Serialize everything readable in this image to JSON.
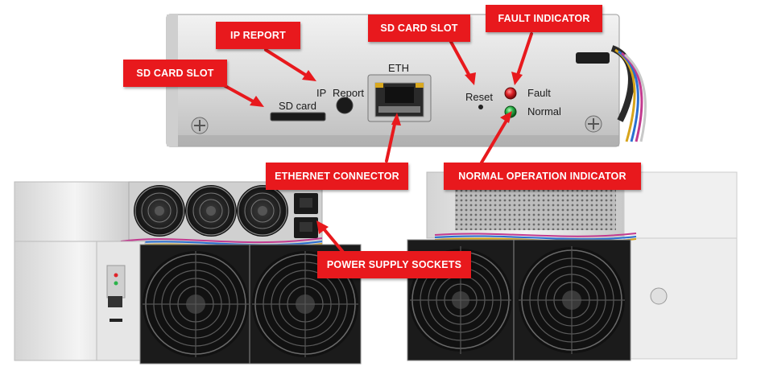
{
  "panel": {
    "sd_card_label": "SD card",
    "ip_label": "IP",
    "report_label": "Report",
    "eth_label": "ETH",
    "reset_label": "Reset",
    "fault_label": "Fault",
    "normal_label": "Normal"
  },
  "callouts": {
    "sd_card_slot_left": "SD CARD SLOT",
    "ip_report": "IP REPORT",
    "sd_card_slot_top": "SD CARD SLOT",
    "fault_indicator": "FAULT INDICATOR",
    "ethernet_connector": "ETHERNET CONNECTOR",
    "normal_operation_indicator": "NORMAL OPERATION INDICATOR",
    "power_supply_sockets": "POWER SUPPLY SOCKETS"
  },
  "colors": {
    "callout_red": "#e8191d",
    "fault_led": "#e0242a",
    "normal_led": "#2bb34a",
    "panel_metal": "#dcdcdc"
  }
}
